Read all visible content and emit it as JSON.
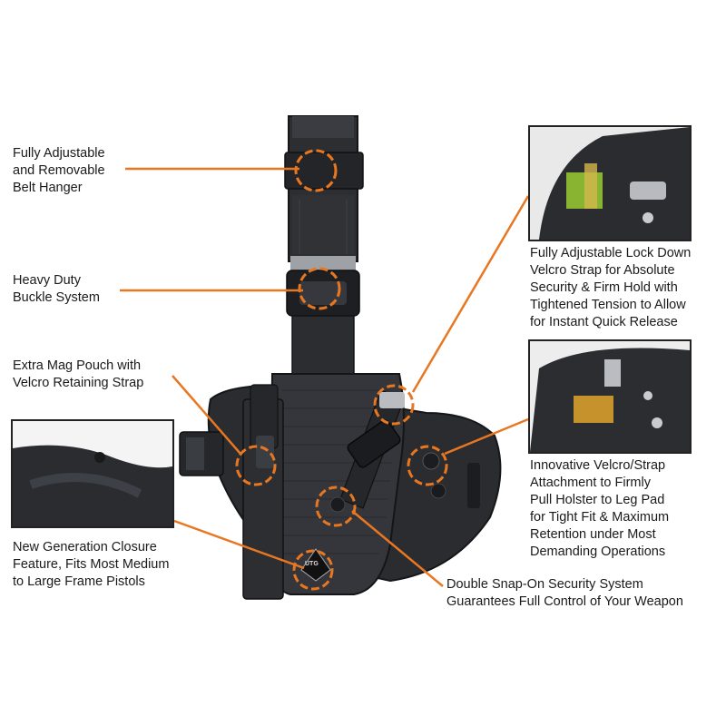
{
  "callouts": {
    "belt_hanger": "Fully Adjustable\nand Removable\nBelt Hanger",
    "buckle": "Heavy Duty\nBuckle System",
    "mag_pouch": "Extra Mag Pouch with\nVelcro Retaining Strap",
    "closure": "New Generation Closure\nFeature, Fits Most Medium\nto Large Frame Pistols",
    "lock_down": "Fully Adjustable Lock Down\nVelcro Strap for Absolute\nSecurity & Firm Hold with\nTightened Tension to Allow\nfor Instant Quick Release",
    "attachment": "Innovative Velcro/Strap\nAttachment to Firmly\nPull Holster to Leg Pad\nfor Tight Fit & Maximum\nRetention under Most\nDemanding Operations",
    "snap_on": "Double Snap-On Security System\nGuarantees Full Control of Your Weapon"
  },
  "badge_text": "UTG",
  "colors": {
    "callout": "#e87722",
    "nylon": "#2e3034",
    "nylon_dark": "#1e2023",
    "text": "#1a1a1a"
  }
}
